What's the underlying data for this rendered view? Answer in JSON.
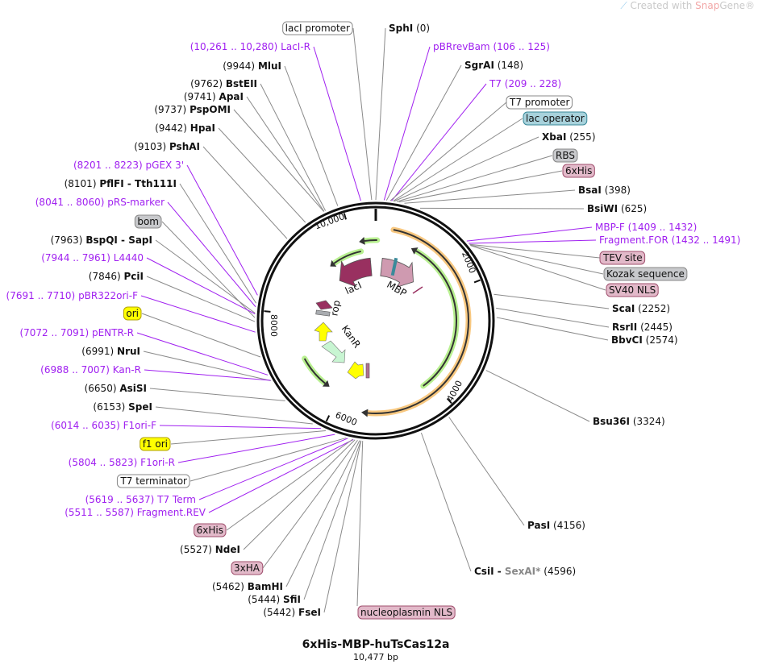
{
  "branding": {
    "prefix": "Created with ",
    "snap": "Snap",
    "gene": "Gene®"
  },
  "map": {
    "name": "6xHis-MBP-huTsCas12a",
    "size_label": "10,477 bp",
    "length_bp": 10477,
    "ticks": [
      "10,000",
      "2000",
      "4000",
      "6000",
      "8000"
    ],
    "inner_labels": {
      "laci": "lacI",
      "mbp": "MBP",
      "rop": "rop",
      "kanr": "KanR"
    }
  },
  "colors": {
    "primer": "#a020f0",
    "grey_box": "#c8c9cc",
    "pink_box": "#e2b9c9",
    "teal_box": "#a8d2dc",
    "yellow_box": "#ffff00",
    "orf_orange": "#f8c880",
    "orf_green": "#b8f090"
  },
  "labels": [
    {
      "kind": "feature",
      "name": "lacI promoter",
      "style": "white"
    },
    {
      "kind": "primer",
      "name": "LacI-R",
      "range": "(10,261 .. 10,280)",
      "pos": 10270
    },
    {
      "kind": "site",
      "name": "MluI",
      "pos": 9944,
      "pos_text": "(9944)"
    },
    {
      "kind": "site",
      "name": "BstEII",
      "pos": 9762,
      "pos_text": "(9762)"
    },
    {
      "kind": "site",
      "name": "ApaI",
      "pos": 9741,
      "pos_text": "(9741)"
    },
    {
      "kind": "site",
      "name": "PspOMI",
      "pos": 9737,
      "pos_text": "(9737)"
    },
    {
      "kind": "site",
      "name": "HpaI",
      "pos": 9442,
      "pos_text": "(9442)"
    },
    {
      "kind": "site",
      "name": "PshAI",
      "pos": 9103,
      "pos_text": "(9103)"
    },
    {
      "kind": "primer",
      "name": "pGEX 3'",
      "range": "(8201 .. 8223)",
      "pos": 8212
    },
    {
      "kind": "site",
      "name": "PflFI - Tth111I",
      "pos": 8101,
      "pos_text": "(8101)"
    },
    {
      "kind": "primer",
      "name": "pRS-marker",
      "range": "(8041 .. 8060)",
      "pos": 8050
    },
    {
      "kind": "feature",
      "name": "bom",
      "style": "grey"
    },
    {
      "kind": "site",
      "name": "BspQI - SapI",
      "pos": 7963,
      "pos_text": "(7963)"
    },
    {
      "kind": "primer",
      "name": "L4440",
      "range": "(7944 .. 7961)",
      "pos": 7952
    },
    {
      "kind": "site",
      "name": "PciI",
      "pos": 7846,
      "pos_text": "(7846)"
    },
    {
      "kind": "primer",
      "name": "pBR322ori-F",
      "range": "(7691 .. 7710)",
      "pos": 7700
    },
    {
      "kind": "feature",
      "name": "ori",
      "style": "yellow"
    },
    {
      "kind": "primer",
      "name": "pENTR-R",
      "range": "(7072 .. 7091)",
      "pos": 7082
    },
    {
      "kind": "site",
      "name": "NruI",
      "pos": 6991,
      "pos_text": "(6991)"
    },
    {
      "kind": "primer",
      "name": "Kan-R",
      "range": "(6988 .. 7007)",
      "pos": 6998
    },
    {
      "kind": "site",
      "name": "AsiSI",
      "pos": 6650,
      "pos_text": "(6650)"
    },
    {
      "kind": "site",
      "name": "SpeI",
      "pos": 6153,
      "pos_text": "(6153)"
    },
    {
      "kind": "primer",
      "name": "F1ori-F",
      "range": "(6014 .. 6035)",
      "pos": 6024
    },
    {
      "kind": "feature",
      "name": "f1 ori",
      "style": "yellow"
    },
    {
      "kind": "primer",
      "name": "F1ori-R",
      "range": "(5804 .. 5823)",
      "pos": 5814
    },
    {
      "kind": "feature",
      "name": "T7 terminator",
      "style": "white"
    },
    {
      "kind": "primer",
      "name": "T7 Term",
      "range": "(5619 .. 5637)",
      "pos": 5628
    },
    {
      "kind": "primer",
      "name": "Fragment.REV",
      "range": "(5511 .. 5587)",
      "pos": 5549
    },
    {
      "kind": "feature",
      "name": "6xHis",
      "style": "pink"
    },
    {
      "kind": "site",
      "name": "NdeI",
      "pos": 5527,
      "pos_text": "(5527)"
    },
    {
      "kind": "feature",
      "name": "3xHA",
      "style": "pink"
    },
    {
      "kind": "site",
      "name": "BamHI",
      "pos": 5462,
      "pos_text": "(5462)"
    },
    {
      "kind": "site",
      "name": "SfiI",
      "pos": 5444,
      "pos_text": "(5444)"
    },
    {
      "kind": "site",
      "name": "FseI",
      "pos": 5442,
      "pos_text": "(5442)"
    },
    {
      "kind": "feature",
      "name": "nucleoplasmin NLS",
      "style": "pink"
    },
    {
      "kind": "site",
      "name": "SphI",
      "pos": 0,
      "pos_text": "(0)"
    },
    {
      "kind": "primer",
      "name": "pBRrevBam",
      "range": "(106 .. 125)",
      "pos": 115
    },
    {
      "kind": "site",
      "name": "SgrAI",
      "pos": 148,
      "pos_text": "(148)"
    },
    {
      "kind": "primer",
      "name": "T7",
      "range": "(209 .. 228)",
      "pos": 218
    },
    {
      "kind": "feature",
      "name": "T7 promoter",
      "style": "white"
    },
    {
      "kind": "feature",
      "name": "lac operator",
      "style": "teal"
    },
    {
      "kind": "site",
      "name": "XbaI",
      "pos": 255,
      "pos_text": "(255)"
    },
    {
      "kind": "feature",
      "name": "RBS",
      "style": "grey"
    },
    {
      "kind": "feature",
      "name": "6xHis",
      "style": "pink"
    },
    {
      "kind": "site",
      "name": "BsaI",
      "pos": 398,
      "pos_text": "(398)"
    },
    {
      "kind": "site",
      "name": "BsiWI",
      "pos": 625,
      "pos_text": "(625)"
    },
    {
      "kind": "primer",
      "name": "MBP-F",
      "range": "(1409 .. 1432)",
      "pos": 1420
    },
    {
      "kind": "primer",
      "name": "Fragment.FOR",
      "range": "(1432 .. 1491)",
      "pos": 1461
    },
    {
      "kind": "feature",
      "name": "TEV site",
      "style": "pink"
    },
    {
      "kind": "feature",
      "name": "Kozak sequence",
      "style": "grey"
    },
    {
      "kind": "feature",
      "name": "SV40 NLS",
      "style": "pink"
    },
    {
      "kind": "site",
      "name": "ScaI",
      "pos": 2252,
      "pos_text": "(2252)"
    },
    {
      "kind": "site",
      "name": "RsrII",
      "pos": 2445,
      "pos_text": "(2445)"
    },
    {
      "kind": "site",
      "name": "BbvCI",
      "pos": 2574,
      "pos_text": "(2574)"
    },
    {
      "kind": "site",
      "name": "Bsu36I",
      "pos": 3324,
      "pos_text": "(3324)"
    },
    {
      "kind": "site",
      "name": "PasI",
      "pos": 4156,
      "pos_text": "(4156)"
    },
    {
      "kind": "site",
      "name": "CsiI - ",
      "extra": "SexAI*",
      "pos": 4596,
      "pos_text": "(4596)"
    }
  ]
}
